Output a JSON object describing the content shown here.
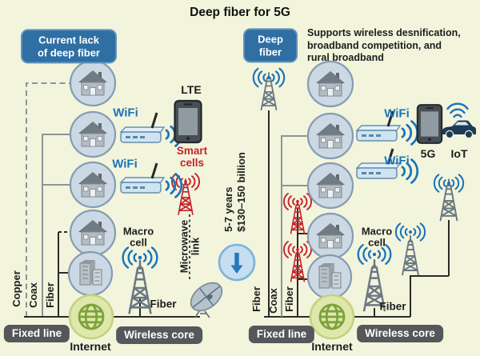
{
  "title": "Deep fiber for 5G",
  "left": {
    "badge_lines": [
      "Current lack",
      "of deep fiber"
    ],
    "wifi_top": "WiFi",
    "wifi_bottom": "WiFi",
    "lte": "LTE",
    "smart_cells_lines": [
      "Smart",
      "cells"
    ],
    "macro_cell_lines": [
      "Macro",
      "cell"
    ],
    "microwave_link_lines": [
      "Microwave",
      "link"
    ],
    "copper": "Copper",
    "coax": "Coax",
    "fiber": "Fiber",
    "fiber_core": "Fiber",
    "fixed_line": "Fixed line",
    "internet": "Internet",
    "wireless_core": "Wireless core"
  },
  "center": {
    "duration": "5-7 years",
    "cost": "$130–150 billion"
  },
  "right": {
    "badge_lines": [
      "Deep",
      "fiber"
    ],
    "description_lines": [
      "Supports wireless desnification,",
      "broadband competition, and",
      "rural broadband"
    ],
    "wifi_top": "WiFi",
    "wifi_bottom": "WiFi",
    "five_g": "5G",
    "iot": "IoT",
    "macro_cell_lines": [
      "Macro",
      "cell"
    ],
    "fiber_left": "Fiber",
    "coax": "Coax",
    "fiber_right": "Fiber",
    "fiber_core": "Fiber",
    "fixed_line": "Fixed line",
    "internet": "Internet",
    "wireless_core": "Wireless core"
  },
  "colors": {
    "background": "#f2f4dc",
    "badge_blue": "#2f6fa3",
    "badge_dark": "#54585b",
    "wifi_blue": "#1a74b9",
    "alert_red": "#c4242c",
    "line_black": "#2b2b2b",
    "line_gray": "#8d9499",
    "internet_green": "#7da23c",
    "circle_fill": "#ccd9e4",
    "circle_border": "#859cb2"
  }
}
